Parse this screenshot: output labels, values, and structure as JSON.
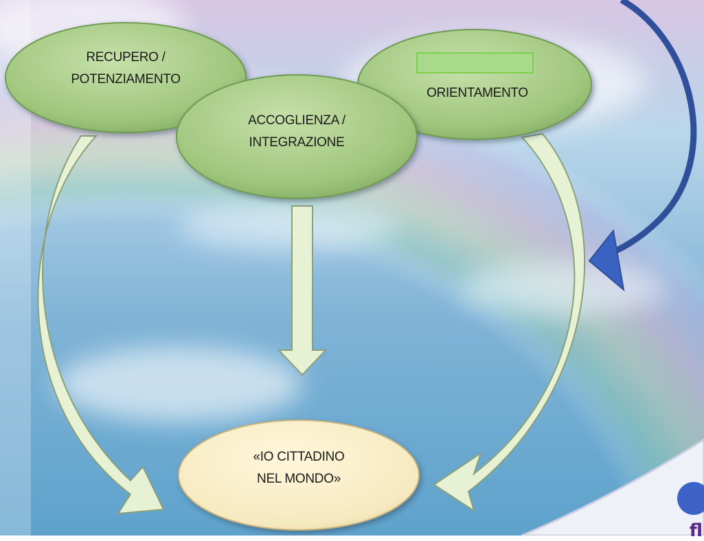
{
  "nodes": {
    "recupero": {
      "line1": "RECUPERO /",
      "line2": "POTENZIAMENTO"
    },
    "accoglienza": {
      "line1": "ACCOGLIENZA /",
      "line2": "INTEGRAZIONE"
    },
    "orientamento": {
      "line1": "ORIENTAMENTO"
    },
    "cittadino": {
      "line1": "«IO CITTADINO",
      "line2": "NEL MONDO»"
    }
  },
  "corner": {
    "text": "fl"
  },
  "colors": {
    "ellipse_green": "#9fc67d",
    "ellipse_green_dark": "#6f9a52",
    "ellipse_target": "#f6e9bf",
    "arrow_fill": "#e7f1d4",
    "arrow_stroke": "#8aa07a",
    "blue_arrow": "#2f4f9a",
    "corner_text": "#5b2a86"
  }
}
